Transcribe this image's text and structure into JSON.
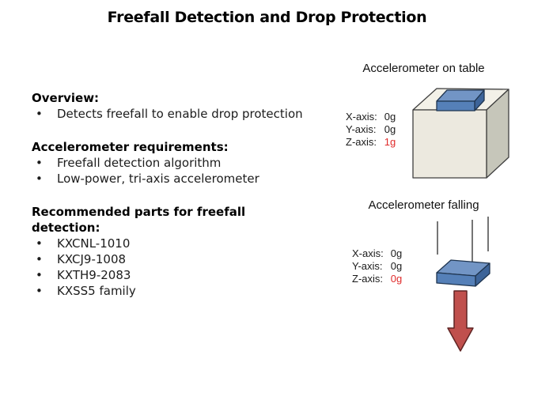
{
  "title": "Freefall Detection and Drop Protection",
  "left_column": {
    "overview": {
      "heading": "Overview:",
      "bullets": [
        "Detects freefall to enable drop protection"
      ]
    },
    "requirements": {
      "heading": "Accelerometer requirements:",
      "bullets": [
        "Freefall detection algorithm",
        "Low-power, tri-axis accelerometer"
      ]
    },
    "recommended": {
      "heading": "Recommended parts for freefall detection:",
      "bullets": [
        "KXCNL-1010",
        "KXCJ9-1008",
        "KXTH9-2083",
        "KXSS5 family"
      ]
    }
  },
  "on_table": {
    "caption": "Accelerometer on table",
    "readings": [
      {
        "axis": "X-axis:",
        "value": "0g"
      },
      {
        "axis": "Y-axis:",
        "value": "0g"
      },
      {
        "axis": "Z-axis:",
        "value": "1g"
      }
    ]
  },
  "falling": {
    "caption": "Accelerometer falling",
    "readings": [
      {
        "axis": "X-axis:",
        "value": "0g"
      },
      {
        "axis": "Y-axis:",
        "value": "0g"
      },
      {
        "axis": "Z-axis:",
        "value": "0g"
      }
    ]
  },
  "colors": {
    "highlight_red": "#e02b2b",
    "cube_front": "#ece9df",
    "cube_top": "#f3f1e8",
    "cube_side": "#c6c6ba",
    "cube_stroke": "#3f3f3f",
    "chip_top": "#7295c5",
    "chip_front": "#5580b8",
    "chip_side": "#3d6499",
    "chip_stroke": "#1f3550",
    "motion_line": "#2b2b2b",
    "arrow_fill": "#c0504d",
    "arrow_stroke": "#5f2423"
  }
}
